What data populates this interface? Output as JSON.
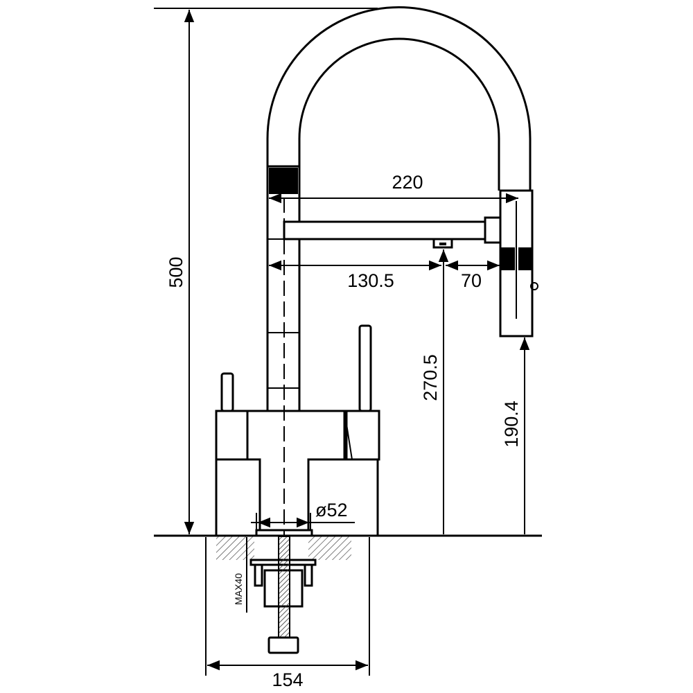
{
  "drawing": {
    "dimensions": {
      "total_height": "500",
      "spout_reach": "220",
      "aerator_reach": "130.5",
      "spray_offset": "70",
      "aerator_height": "270.5",
      "spray_height": "190.4",
      "base_diameter": "ø52",
      "max_counter_thickness": "MAX40",
      "body_width": "154"
    }
  }
}
